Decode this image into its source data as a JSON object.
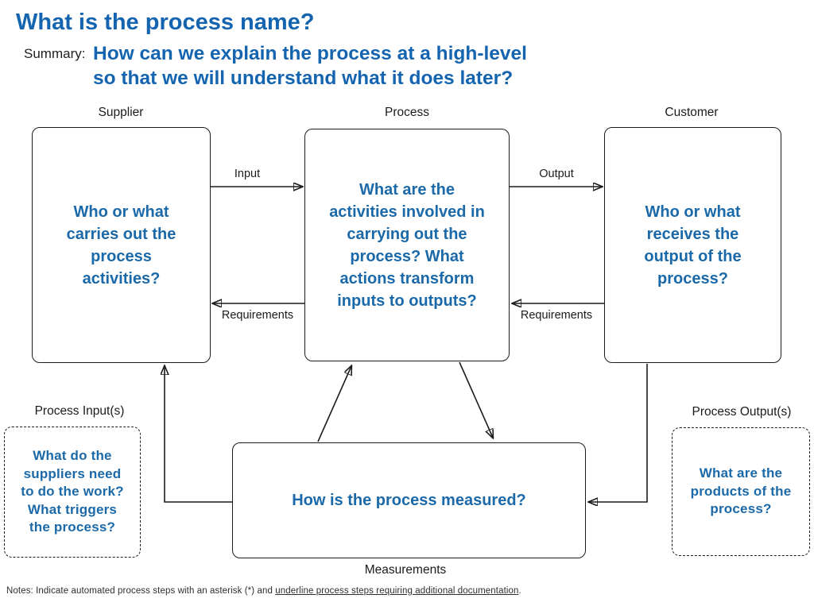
{
  "slide": {
    "title": "What is the process name?",
    "summary_label": "Summary:",
    "summary_text": "How can we explain the process at a high-level\nso that we will understand what it does later?"
  },
  "diagram": {
    "supplier": {
      "label": "Supplier",
      "question": "Who or what\ncarries out the\nprocess\nactivities?"
    },
    "process": {
      "label": "Process",
      "question": "What are the\nactivities involved in\ncarrying out the\nprocess?  What\nactions transform\ninputs to outputs?"
    },
    "customer": {
      "label": "Customer",
      "question": "Who or what\nreceives the\noutput of the\nprocess?"
    },
    "process_inputs": {
      "label": "Process Input(s)",
      "question": "What do the\nsuppliers need\nto do the work?\nWhat triggers\nthe process?"
    },
    "process_outputs": {
      "label": "Process Output(s)",
      "question": "What are the\nproducts of the\nprocess?"
    },
    "measurements": {
      "label": "Measurements",
      "question": "How is the process measured?"
    },
    "flow_labels": {
      "input": "Input",
      "output": "Output",
      "requirements_left": "Requirements",
      "requirements_right": "Requirements"
    }
  },
  "footer": {
    "notes_prefix": "Notes: Indicate automated process steps with an asterisk (*) and ",
    "notes_underlined": "underline process steps requiring additional documentation",
    "notes_suffix": "."
  },
  "colors": {
    "title_blue": "#1464b0",
    "question_blue": "#1b69a8",
    "line_black": "#1c1c1c"
  }
}
